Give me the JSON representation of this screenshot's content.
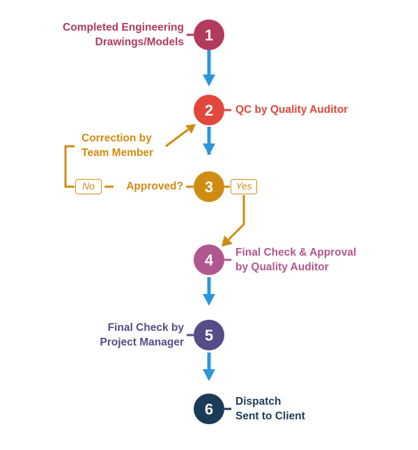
{
  "colors": {
    "spine": "#2b95dc",
    "step1": "#b23a5f",
    "step2": "#e2473c",
    "step3": "#cf8c12",
    "step4": "#b1578f",
    "step5": "#544d87",
    "step6": "#1b3b57"
  },
  "steps": [
    {
      "number": "1",
      "lines": [
        "Completed Engineering",
        "Drawings/Models"
      ]
    },
    {
      "number": "2",
      "lines": [
        "QC by Quality Auditor"
      ]
    },
    {
      "number": "3",
      "lines": [
        "Approved?"
      ]
    },
    {
      "number": "4",
      "lines": [
        "Final Check & Approval",
        "by Quality Auditor"
      ]
    },
    {
      "number": "5",
      "lines": [
        "Final Check by",
        "Project Manager"
      ]
    },
    {
      "number": "6",
      "lines": [
        "Dispatch",
        "Sent to Client"
      ]
    }
  ],
  "correction": {
    "lines": [
      "Correction by",
      "Team Member"
    ]
  },
  "branches": {
    "no_label": "No",
    "yes_label": "Yes"
  }
}
